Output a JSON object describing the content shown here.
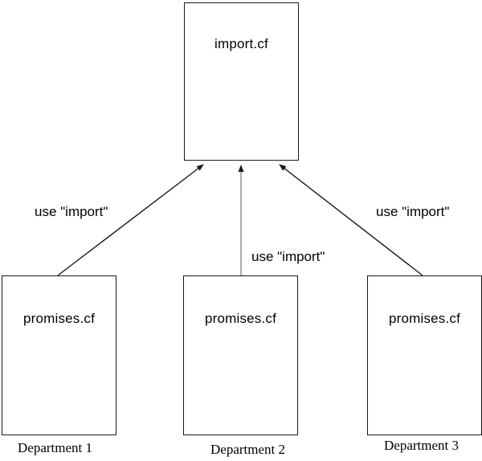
{
  "diagram": {
    "top_node": {
      "label": "import.cf"
    },
    "departments": [
      {
        "node_label": "promises.cf",
        "edge_label": "use \"import\"",
        "caption": "Department 1"
      },
      {
        "node_label": "promises.cf",
        "edge_label": "use \"import\"",
        "caption": "Department 2"
      },
      {
        "node_label": "promises.cf",
        "edge_label": "use \"import\"",
        "caption": "Department 3"
      }
    ],
    "colors": {
      "background": "#ffffff",
      "box_border": "#1a1a1a",
      "diagonal_arrow": "#1a1a1a",
      "center_arrow_line": "#808080",
      "arrowhead": "#1a1a1a",
      "text": "#000000"
    }
  }
}
